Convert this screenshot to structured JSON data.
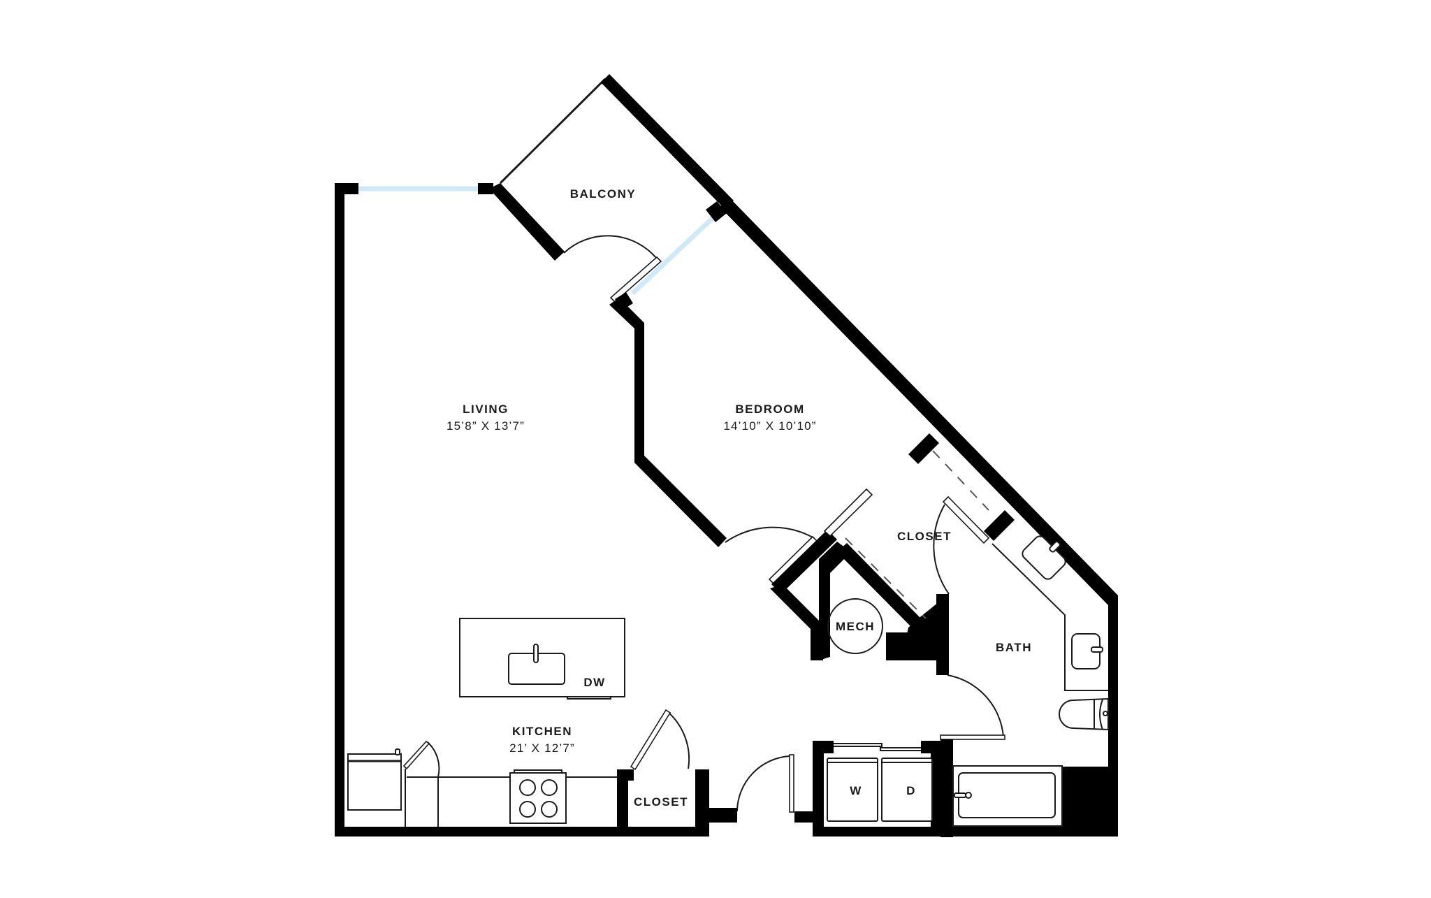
{
  "floorplan": {
    "rooms": {
      "balcony": {
        "name": "BALCONY"
      },
      "living": {
        "name": "LIVING",
        "dimensions": "15’8” X 13’7”"
      },
      "bedroom": {
        "name": "BEDROOM",
        "dimensions": "14’10” X 10’10”"
      },
      "kitchen": {
        "name": "KITCHEN",
        "dimensions": "21’ X 12’7”"
      },
      "bedroom_closet": {
        "name": "CLOSET"
      },
      "entry_closet": {
        "name": "CLOSET"
      },
      "mech": {
        "name": "MECH"
      },
      "bath": {
        "name": "BATH"
      }
    },
    "appliances": {
      "dishwasher": "DW",
      "washer": "W",
      "dryer": "D"
    },
    "colors": {
      "wall": "#000000",
      "window": "#cfe9f7",
      "background": "#ffffff"
    }
  }
}
